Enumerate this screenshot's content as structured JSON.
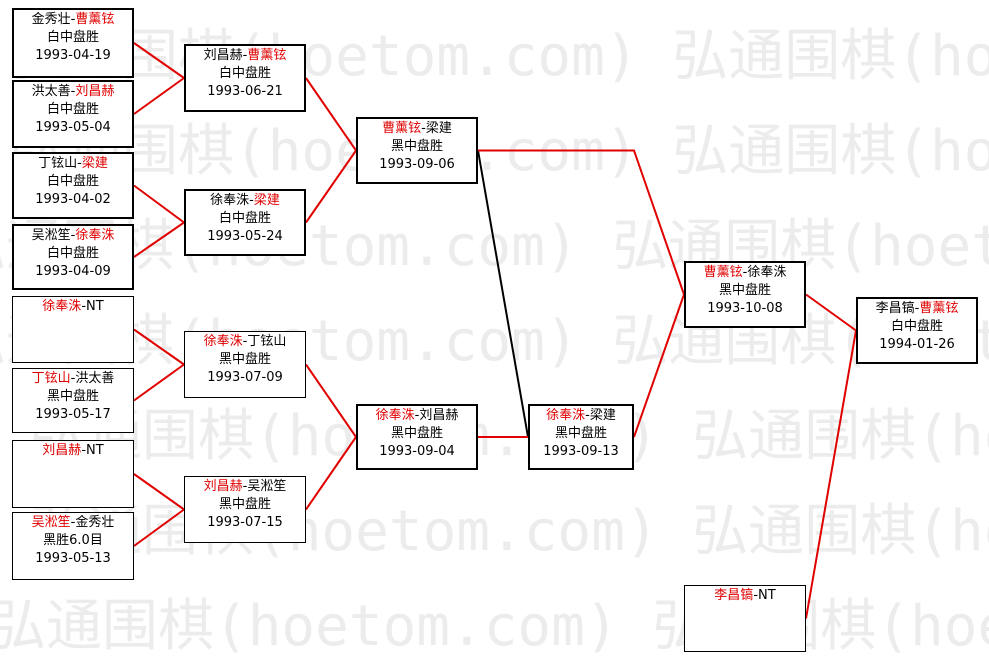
{
  "watermark": "弘通围棋(hoetom.com)",
  "colors": {
    "winner": "#e00000",
    "line_winner": "#e00000",
    "line_loser": "#000000"
  },
  "matches": [
    {
      "id": "r1m1",
      "p1": "金秀壮",
      "p2": "曹薰铉",
      "winner": 2,
      "result": "白中盘胜",
      "date": "1993-04-19"
    },
    {
      "id": "r1m2",
      "p1": "洪太善",
      "p2": "刘昌赫",
      "winner": 2,
      "result": "白中盘胜",
      "date": "1993-05-04"
    },
    {
      "id": "r1m3",
      "p1": "丁铉山",
      "p2": "梁建",
      "winner": 2,
      "result": "白中盘胜",
      "date": "1993-04-02"
    },
    {
      "id": "r1m4",
      "p1": "吴淞笙",
      "p2": "徐奉洙",
      "winner": 2,
      "result": "白中盘胜",
      "date": "1993-04-09"
    },
    {
      "id": "r1m5",
      "p1": "徐奉洙",
      "p2": "NT",
      "winner": 1,
      "result": "",
      "date": ""
    },
    {
      "id": "r1m6",
      "p1": "丁铉山",
      "p2": "洪太善",
      "winner": 1,
      "result": "黑中盘胜",
      "date": "1993-05-17"
    },
    {
      "id": "r1m7",
      "p1": "刘昌赫",
      "p2": "NT",
      "winner": 1,
      "result": "",
      "date": ""
    },
    {
      "id": "r1m8",
      "p1": "吴淞笙",
      "p2": "金秀壮",
      "winner": 1,
      "result": "黑胜6.0目",
      "date": "1993-05-13"
    },
    {
      "id": "r2m1",
      "p1": "刘昌赫",
      "p2": "曹薰铉",
      "winner": 2,
      "result": "白中盘胜",
      "date": "1993-06-21"
    },
    {
      "id": "r2m2",
      "p1": "徐奉洙",
      "p2": "梁建",
      "winner": 2,
      "result": "白中盘胜",
      "date": "1993-05-24"
    },
    {
      "id": "r2m3",
      "p1": "徐奉洙",
      "p2": "丁铉山",
      "winner": 1,
      "result": "黑中盘胜",
      "date": "1993-07-09"
    },
    {
      "id": "r2m4",
      "p1": "刘昌赫",
      "p2": "吴淞笙",
      "winner": 1,
      "result": "黑中盘胜",
      "date": "1993-07-15"
    },
    {
      "id": "r3m1",
      "p1": "曹薰铉",
      "p2": "梁建",
      "winner": 1,
      "result": "黑中盘胜",
      "date": "1993-09-06"
    },
    {
      "id": "r3m2",
      "p1": "徐奉洙",
      "p2": "刘昌赫",
      "winner": 1,
      "result": "黑中盘胜",
      "date": "1993-09-04"
    },
    {
      "id": "r4m1",
      "p1": "徐奉洙",
      "p2": "梁建",
      "winner": 1,
      "result": "黑中盘胜",
      "date": "1993-09-13"
    },
    {
      "id": "r5m1",
      "p1": "曹薰铉",
      "p2": "徐奉洙",
      "winner": 1,
      "result": "黑中盘胜",
      "date": "1993-10-08"
    },
    {
      "id": "r5m2",
      "p1": "李昌镐",
      "p2": "NT",
      "winner": 1,
      "result": "",
      "date": ""
    },
    {
      "id": "final",
      "p1": "李昌镐",
      "p2": "曹薰铉",
      "winner": 2,
      "result": "白中盘胜",
      "date": "1994-01-26"
    }
  ],
  "connections": [
    {
      "from": "r1m1",
      "to": "r2m1",
      "winner": true
    },
    {
      "from": "r1m2",
      "to": "r2m1",
      "winner": true
    },
    {
      "from": "r1m3",
      "to": "r2m2",
      "winner": true
    },
    {
      "from": "r1m4",
      "to": "r2m2",
      "winner": true
    },
    {
      "from": "r1m5",
      "to": "r2m3",
      "winner": true
    },
    {
      "from": "r1m6",
      "to": "r2m3",
      "winner": true
    },
    {
      "from": "r1m7",
      "to": "r2m4",
      "winner": true
    },
    {
      "from": "r1m8",
      "to": "r2m4",
      "winner": true
    },
    {
      "from": "r2m1",
      "to": "r3m1",
      "winner": true
    },
    {
      "from": "r2m2",
      "to": "r3m1",
      "winner": true
    },
    {
      "from": "r2m3",
      "to": "r3m2",
      "winner": true
    },
    {
      "from": "r2m4",
      "to": "r3m2",
      "winner": true
    },
    {
      "from": "r3m1",
      "to": "r4m1",
      "winner": false
    },
    {
      "from": "r3m2",
      "to": "r4m1",
      "winner": true
    },
    {
      "from": "r3m1",
      "to": "r5m1",
      "winner": true
    },
    {
      "from": "r4m1",
      "to": "r5m1",
      "winner": true
    },
    {
      "from": "r5m1",
      "to": "final",
      "winner": true
    },
    {
      "from": "r5m2",
      "to": "final",
      "winner": true
    }
  ]
}
